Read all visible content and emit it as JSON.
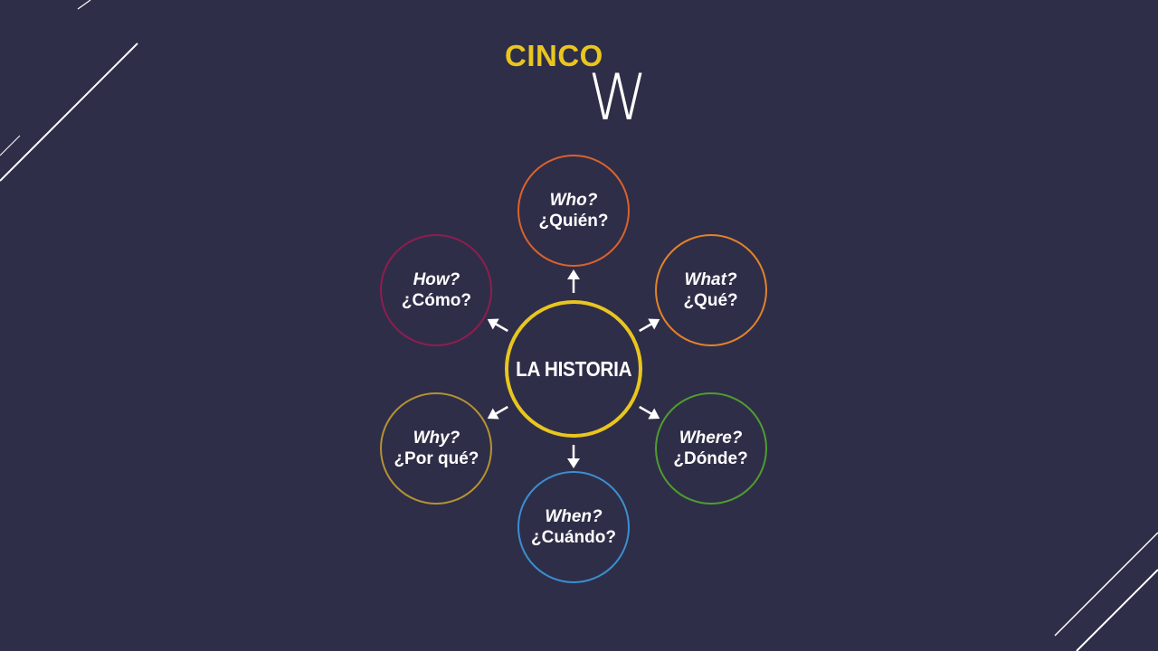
{
  "title": {
    "cinco": "CINCO",
    "w": "W"
  },
  "colors": {
    "background": "#2f2e48",
    "accent_yellow": "#e9c61f",
    "text": "#ffffff",
    "line": "#ffffff"
  },
  "center": {
    "label": "LA HISTORIA",
    "color": "#e9c61f"
  },
  "nodes": [
    {
      "id": "who",
      "en": "Who?",
      "es": "¿Quién?",
      "color": "#d9622b"
    },
    {
      "id": "what",
      "en": "What?",
      "es": "¿Qué?",
      "color": "#e3822a"
    },
    {
      "id": "where",
      "en": "Where?",
      "es": "¿Dónde?",
      "color": "#4e9c2f"
    },
    {
      "id": "when",
      "en": "When?",
      "es": "¿Cuándo?",
      "color": "#3a8fd0"
    },
    {
      "id": "why",
      "en": "Why?",
      "es": "¿Por qué?",
      "color": "#b39232"
    },
    {
      "id": "how",
      "en": "How?",
      "es": "¿Cómo?",
      "color": "#8e1d50"
    }
  ]
}
